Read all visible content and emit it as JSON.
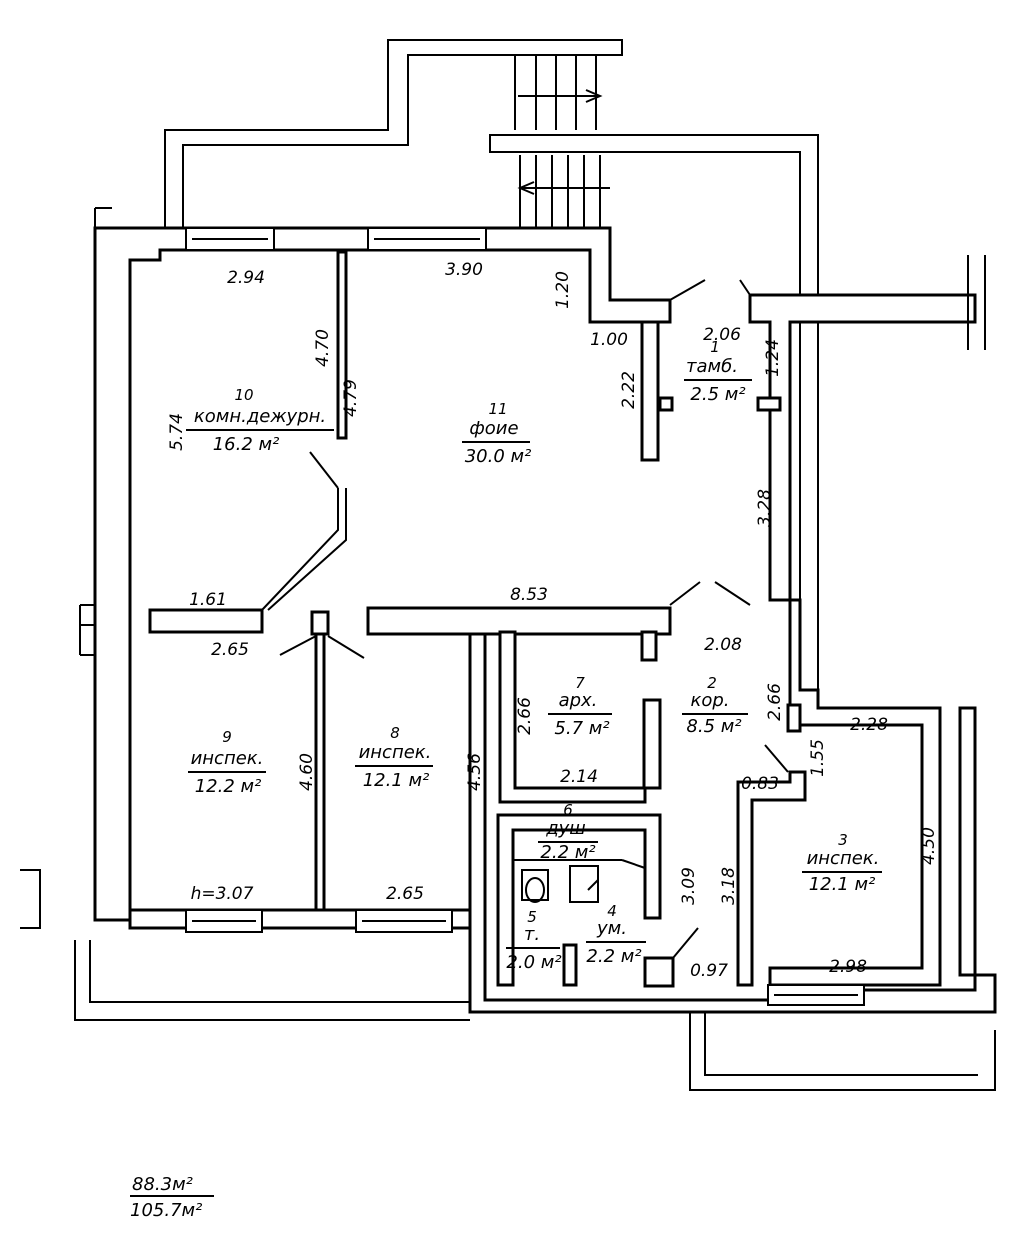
{
  "rooms": [
    {
      "num": "1",
      "name": "тамб.",
      "area": "2.5 м²"
    },
    {
      "num": "2",
      "name": "кор.",
      "area": "8.5 м²"
    },
    {
      "num": "3",
      "name": "инспек.",
      "area": "12.1 м²"
    },
    {
      "num": "4",
      "name": "ум.",
      "area": "2.2 м²"
    },
    {
      "num": "5",
      "name": "т.",
      "area": "2.0 м²"
    },
    {
      "num": "6",
      "name": "душ",
      "area": "2.2 м²"
    },
    {
      "num": "7",
      "name": "арх.",
      "area": "5.7 м²"
    },
    {
      "num": "8",
      "name": "инспек.",
      "area": "12.1 м²"
    },
    {
      "num": "9",
      "name": "инспек.",
      "area": "12.2 м²"
    },
    {
      "num": "10",
      "name": "комн.дежурн.",
      "area": "16.2 м²"
    },
    {
      "num": "11",
      "name": "фоие",
      "area": "30.0 м²"
    }
  ],
  "dimensions": [
    "2.94",
    "3.90",
    "1.20",
    "1.00",
    "2.06",
    "1.24",
    "2.22",
    "4.70",
    "4.79",
    "5.74",
    "3.28",
    "8.53",
    "1.61",
    "2.65",
    "2.08",
    "2.66",
    "2.66",
    "2.28",
    "1.55",
    "0.83",
    "4.60",
    "4.56",
    "2.14",
    "3.09",
    "3.18",
    "4.50",
    "2.65",
    "0.97",
    "2.98"
  ],
  "height_label": "h=3.07",
  "totals": {
    "living": "88.3м²",
    "total": "105.7м²"
  }
}
